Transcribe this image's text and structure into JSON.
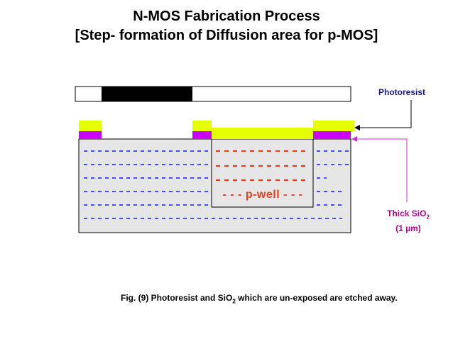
{
  "title": {
    "line1": "N-MOS Fabrication Process",
    "line2": "[Step- formation of Diffusion area for p-MOS]"
  },
  "labels": {
    "photoresist": "Photoresist",
    "thick_sio2_main": "Thick SiO",
    "thick_sio2_sub": "2",
    "thick_sio2_thickness": "(1 µm)",
    "p_well": "- - -  p-well - - -"
  },
  "caption": {
    "prefix": "Fig. (9) Photoresist and SiO",
    "sub": "2",
    "suffix": " which are un-exposed are etched away."
  },
  "colors": {
    "photoresist": "#e6ff00",
    "sio2": "#cc00ff",
    "substrate": "#e6e6e6",
    "mask_dark": "#000000",
    "doping_dash": "#1a1aff",
    "pwell_dash": "#e8401c",
    "arrow_black": "#000000",
    "arrow_magenta": "#cc33cc"
  }
}
